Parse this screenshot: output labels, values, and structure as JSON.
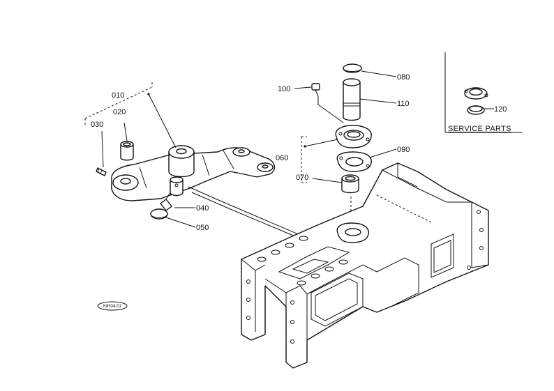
{
  "callouts": {
    "p010": "010",
    "p020": "020",
    "p030": "030",
    "p040": "040",
    "p050": "050",
    "p060": "060",
    "p070": "070",
    "p080": "080",
    "p090": "090",
    "p100": "100",
    "p110": "110",
    "p120": "120"
  },
  "service_parts": {
    "title": "SERVICE PARTS"
  },
  "stamp": {
    "code": "K8534-01"
  }
}
